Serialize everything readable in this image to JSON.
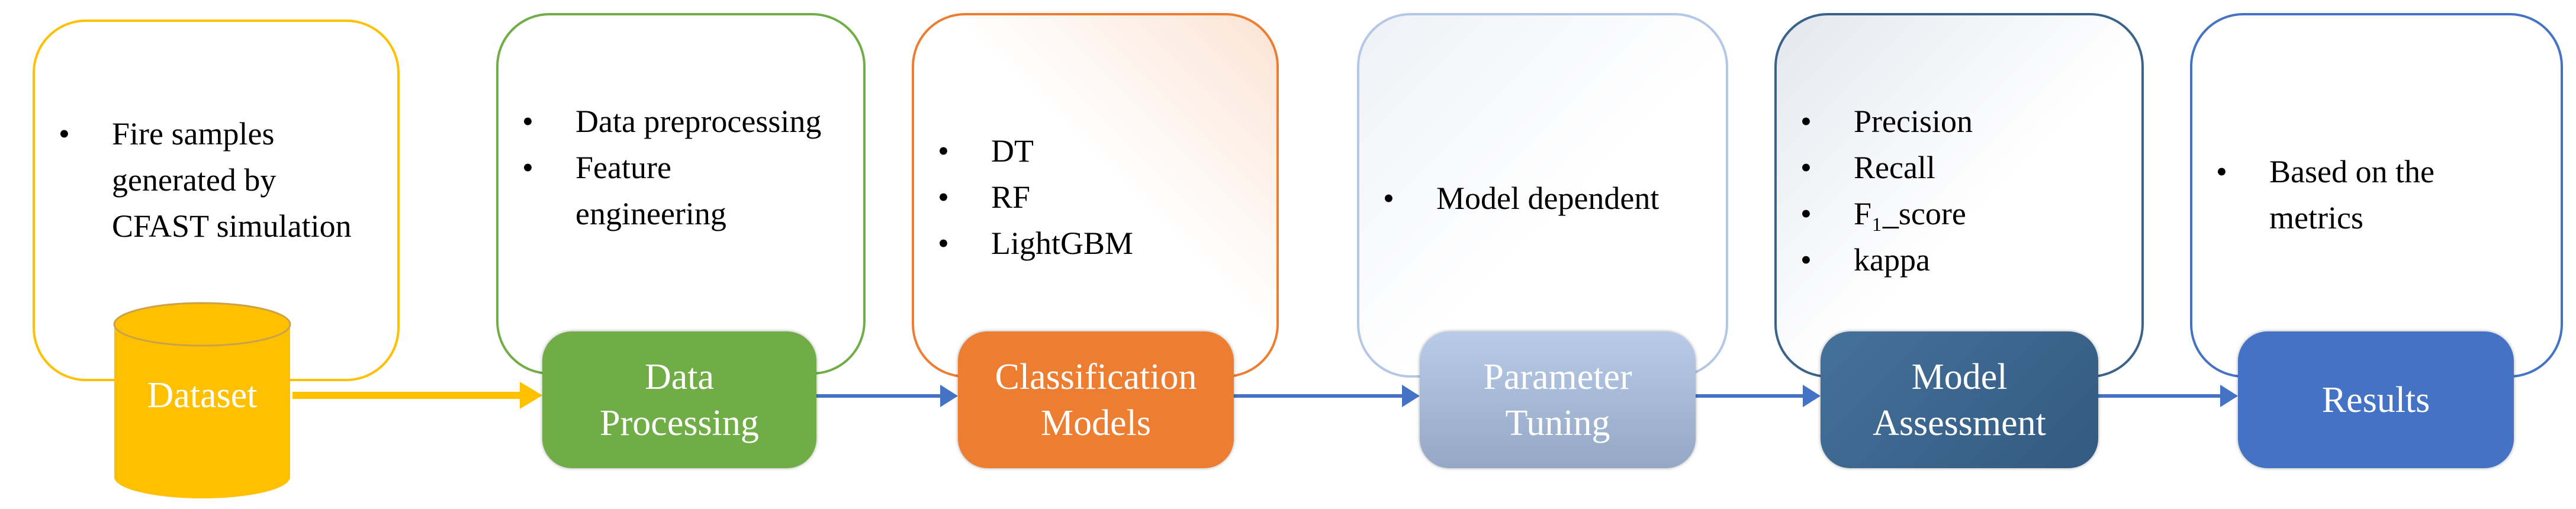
{
  "stages": [
    {
      "label": "Dataset",
      "color": "#FFC000",
      "items": [
        "Fire samples generated by CFAST simulation"
      ]
    },
    {
      "label": "Data Processing",
      "color": "#70AD47",
      "items": [
        "Data preprocessing",
        "Feature engineering"
      ]
    },
    {
      "label": "Classification Models",
      "color": "#ED7D31",
      "items": [
        "DT",
        "RF",
        "LightGBM"
      ]
    },
    {
      "label": "Parameter Tuning",
      "color": "#A9BCD8",
      "items": [
        "Model dependent"
      ]
    },
    {
      "label": "Model Assessment",
      "color": "#3B6389",
      "items": [
        "Precision",
        "Recall",
        "F₁_score",
        "kappa"
      ]
    },
    {
      "label": "Results",
      "color": "#4472C4",
      "items": [
        "Based on the metrics"
      ]
    }
  ],
  "arrow_colors": {
    "dataset": "#FFC000",
    "flow": "#4472C4"
  }
}
